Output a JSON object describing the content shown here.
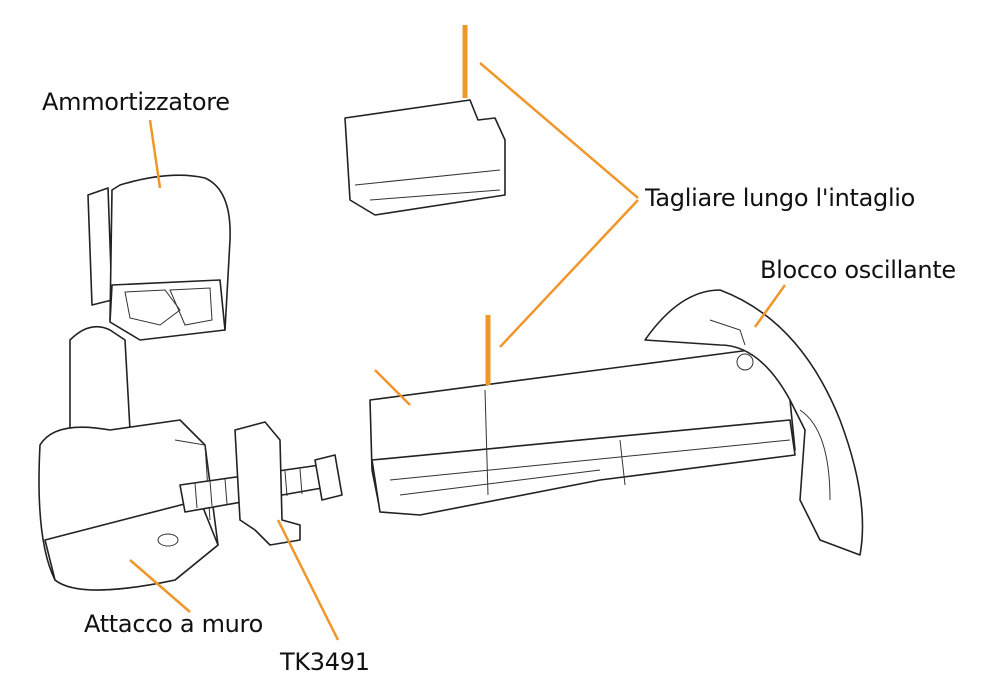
{
  "labels": {
    "shock_absorber": "Ammortizzatore",
    "cut_instruction": "Tagliare lungo l'intaglio",
    "swing_block": "Blocco oscillante",
    "wall_mount": "Attacco a muro",
    "part_code": "TK3491"
  },
  "colors": {
    "leader": "#F0962A",
    "line_art": "#222222"
  }
}
